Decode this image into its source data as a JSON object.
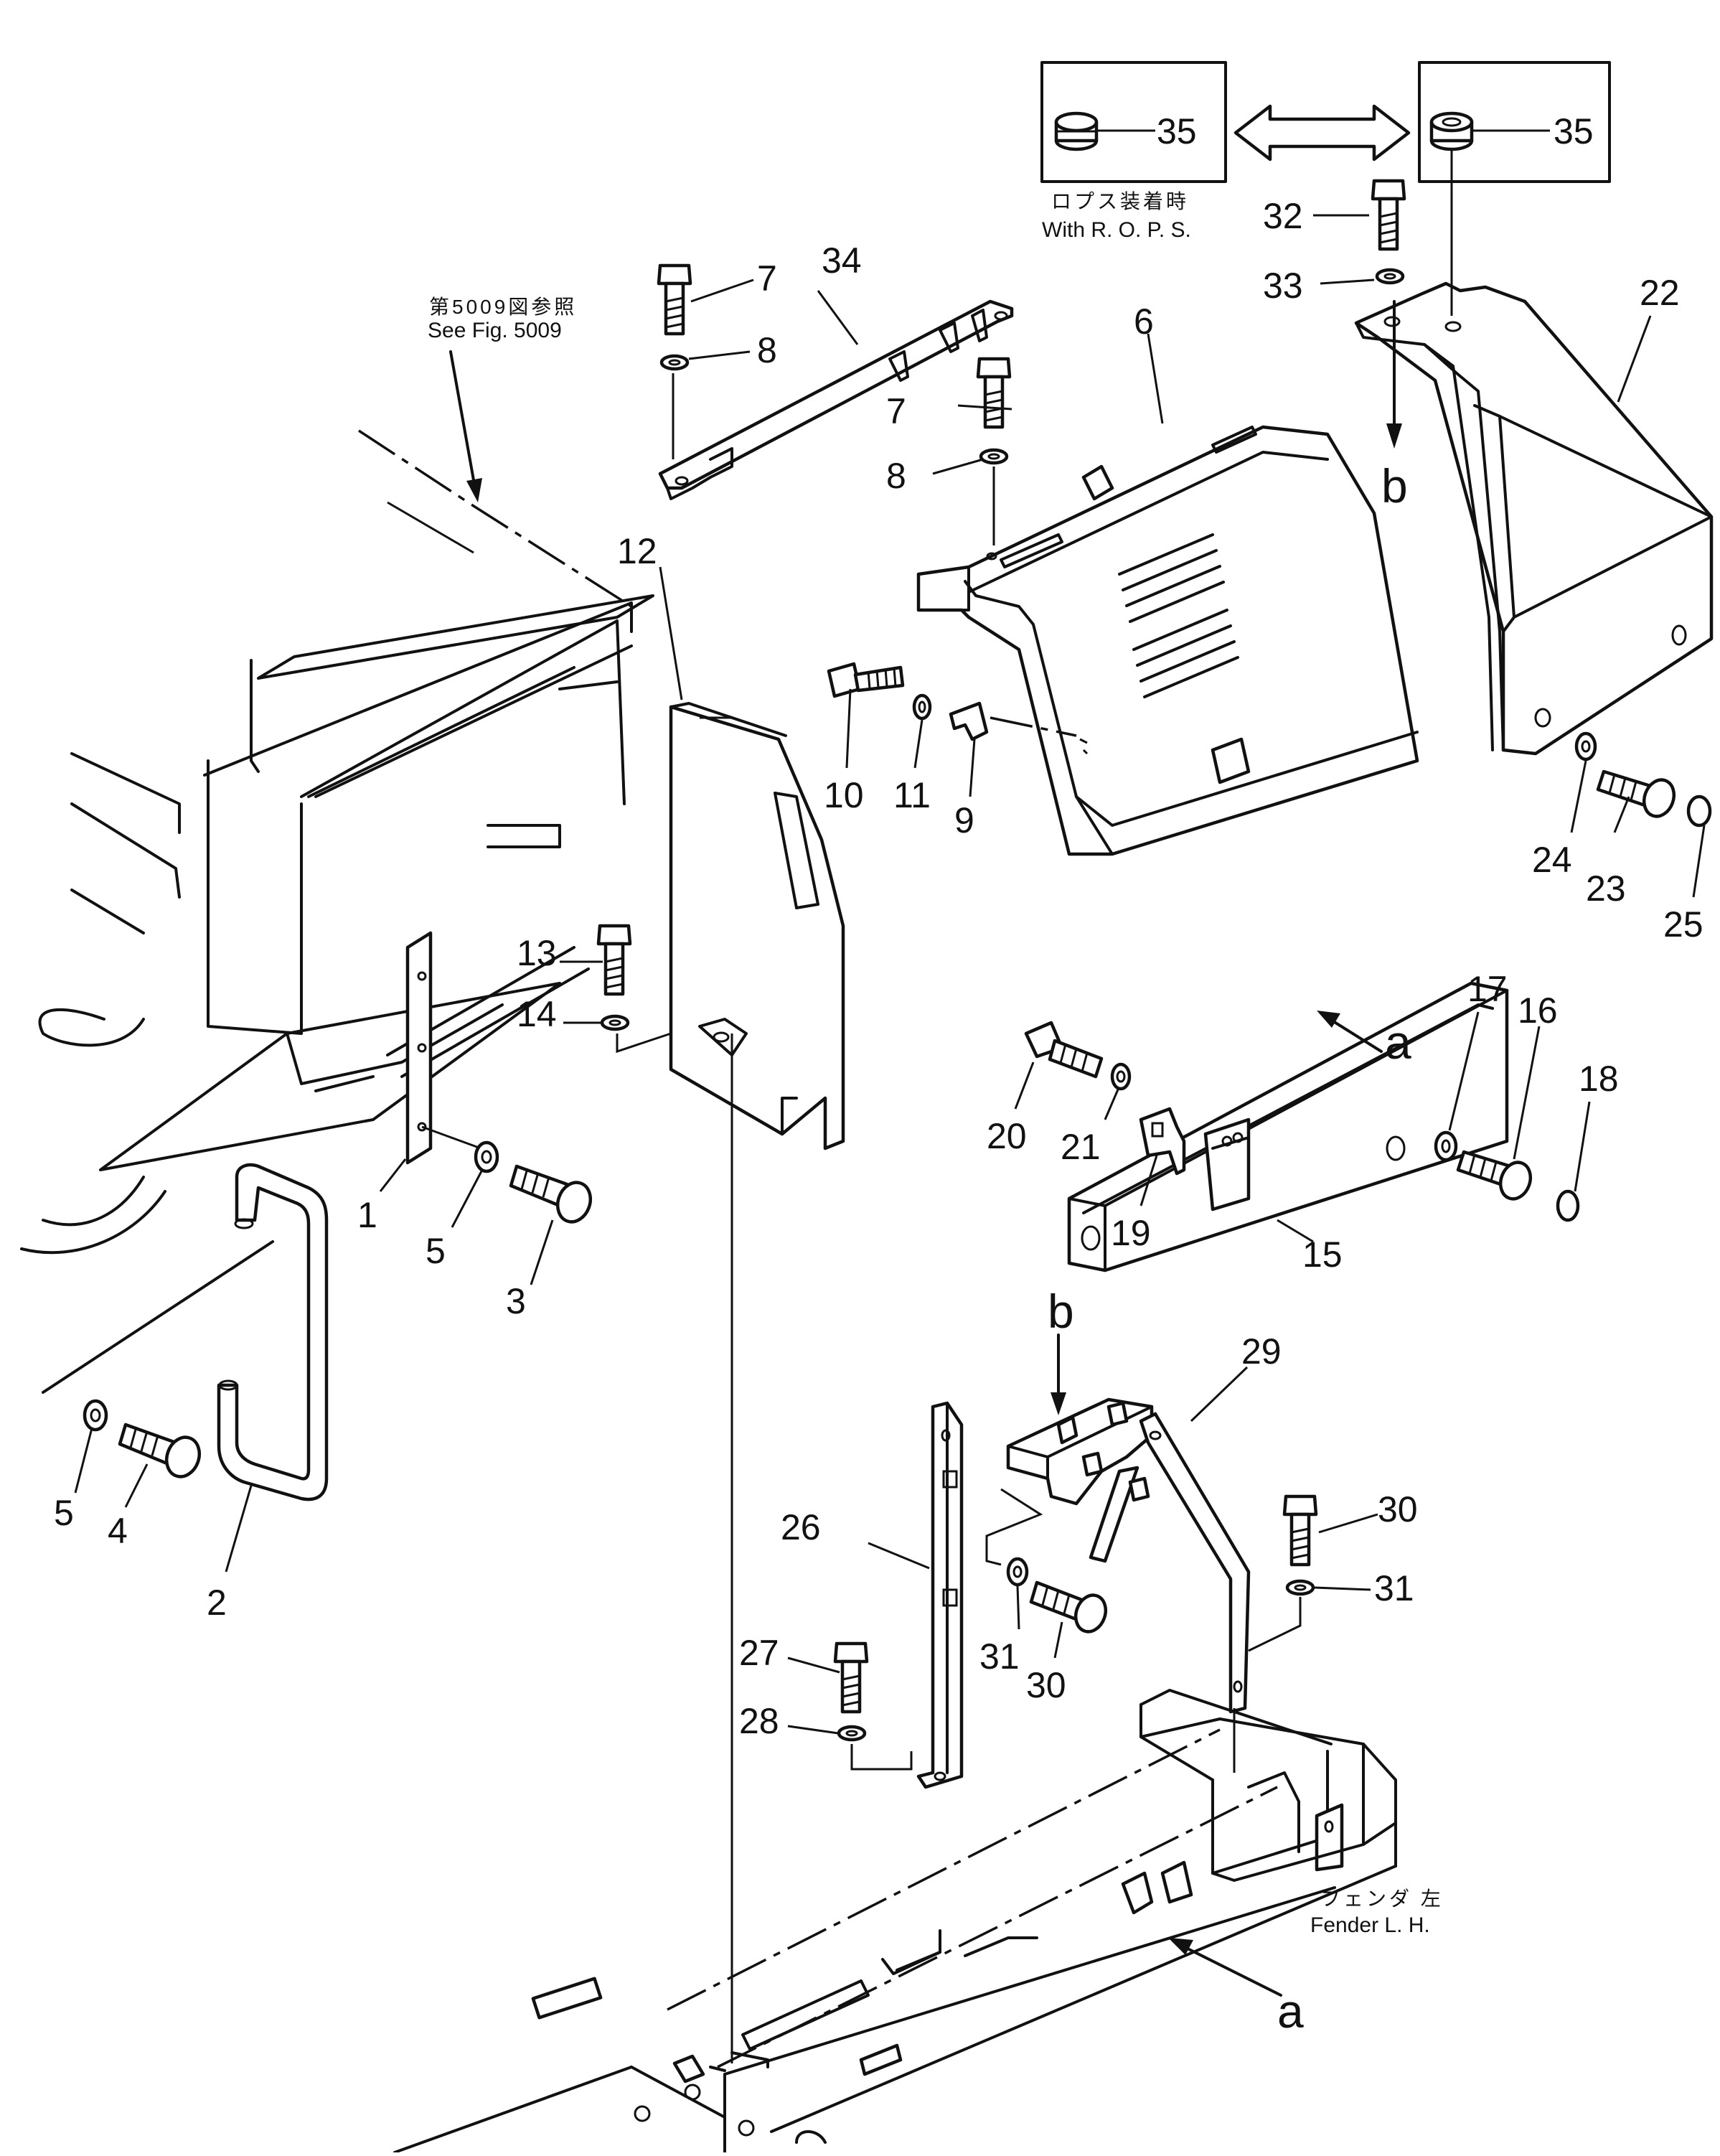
{
  "notes": {
    "ref_jp": "第5009図参照",
    "ref_en": "See  Fig.  5009",
    "rops_jp": "ロプス装着時",
    "rops_en": "With  R. O. P. S.",
    "fender_jp": "フェンダ  左",
    "fender_en": "Fender  L. H."
  },
  "letters": {
    "a": "a",
    "b": "b"
  },
  "callouts": [
    "1",
    "2",
    "3",
    "4",
    "5",
    "6",
    "7",
    "8",
    "9",
    "10",
    "11",
    "12",
    "13",
    "14",
    "15",
    "16",
    "17",
    "18",
    "19",
    "20",
    "21",
    "22",
    "23",
    "24",
    "25",
    "26",
    "27",
    "28",
    "29",
    "30",
    "31",
    "32",
    "33",
    "34",
    "35"
  ]
}
